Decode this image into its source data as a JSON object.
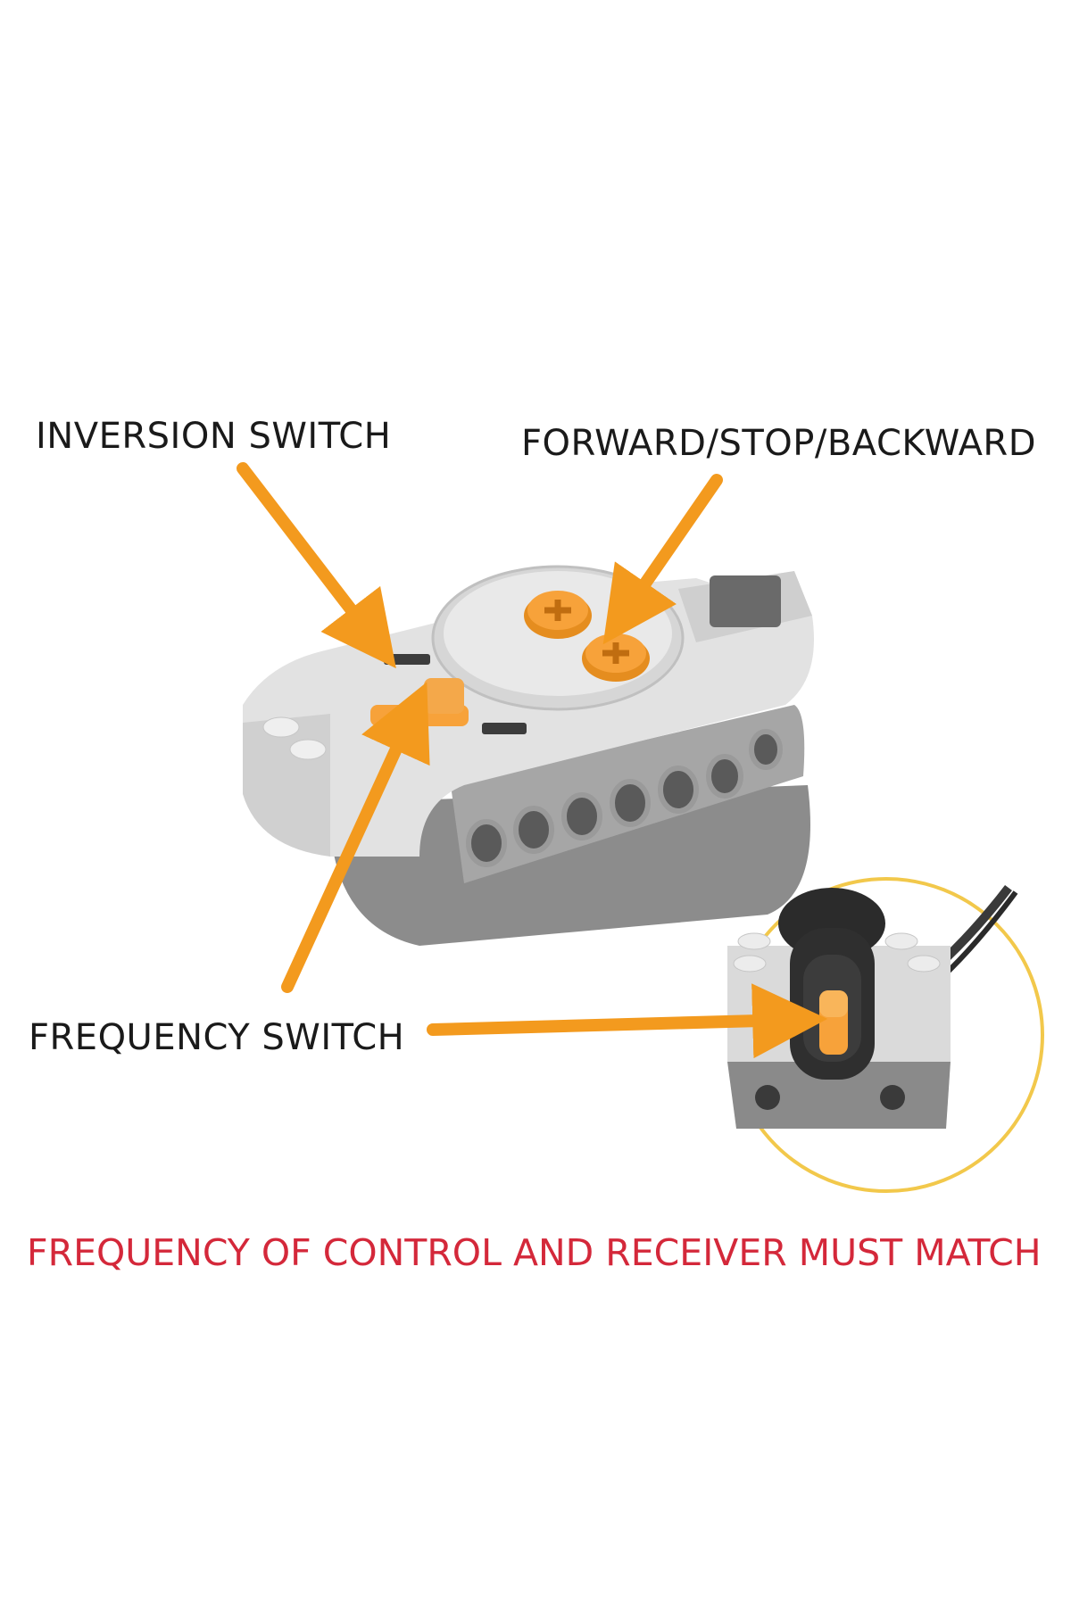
{
  "labels": {
    "inversion_switch": "INVERSION SWITCH",
    "forward_stop_backward": "FORWARD/STOP/BACKWARD",
    "frequency_switch": "FREQUENCY SWITCH",
    "note": "FREQUENCY OF CONTROL AND RECEIVER MUST MATCH"
  },
  "colors": {
    "arrow": "#f39a1e",
    "note": "#d4283a",
    "zoom_circle": "#f2c84b",
    "brick_light": "#dcdcdc",
    "brick_dark": "#8e8e8e",
    "knob_orange": "#f7a23a"
  }
}
